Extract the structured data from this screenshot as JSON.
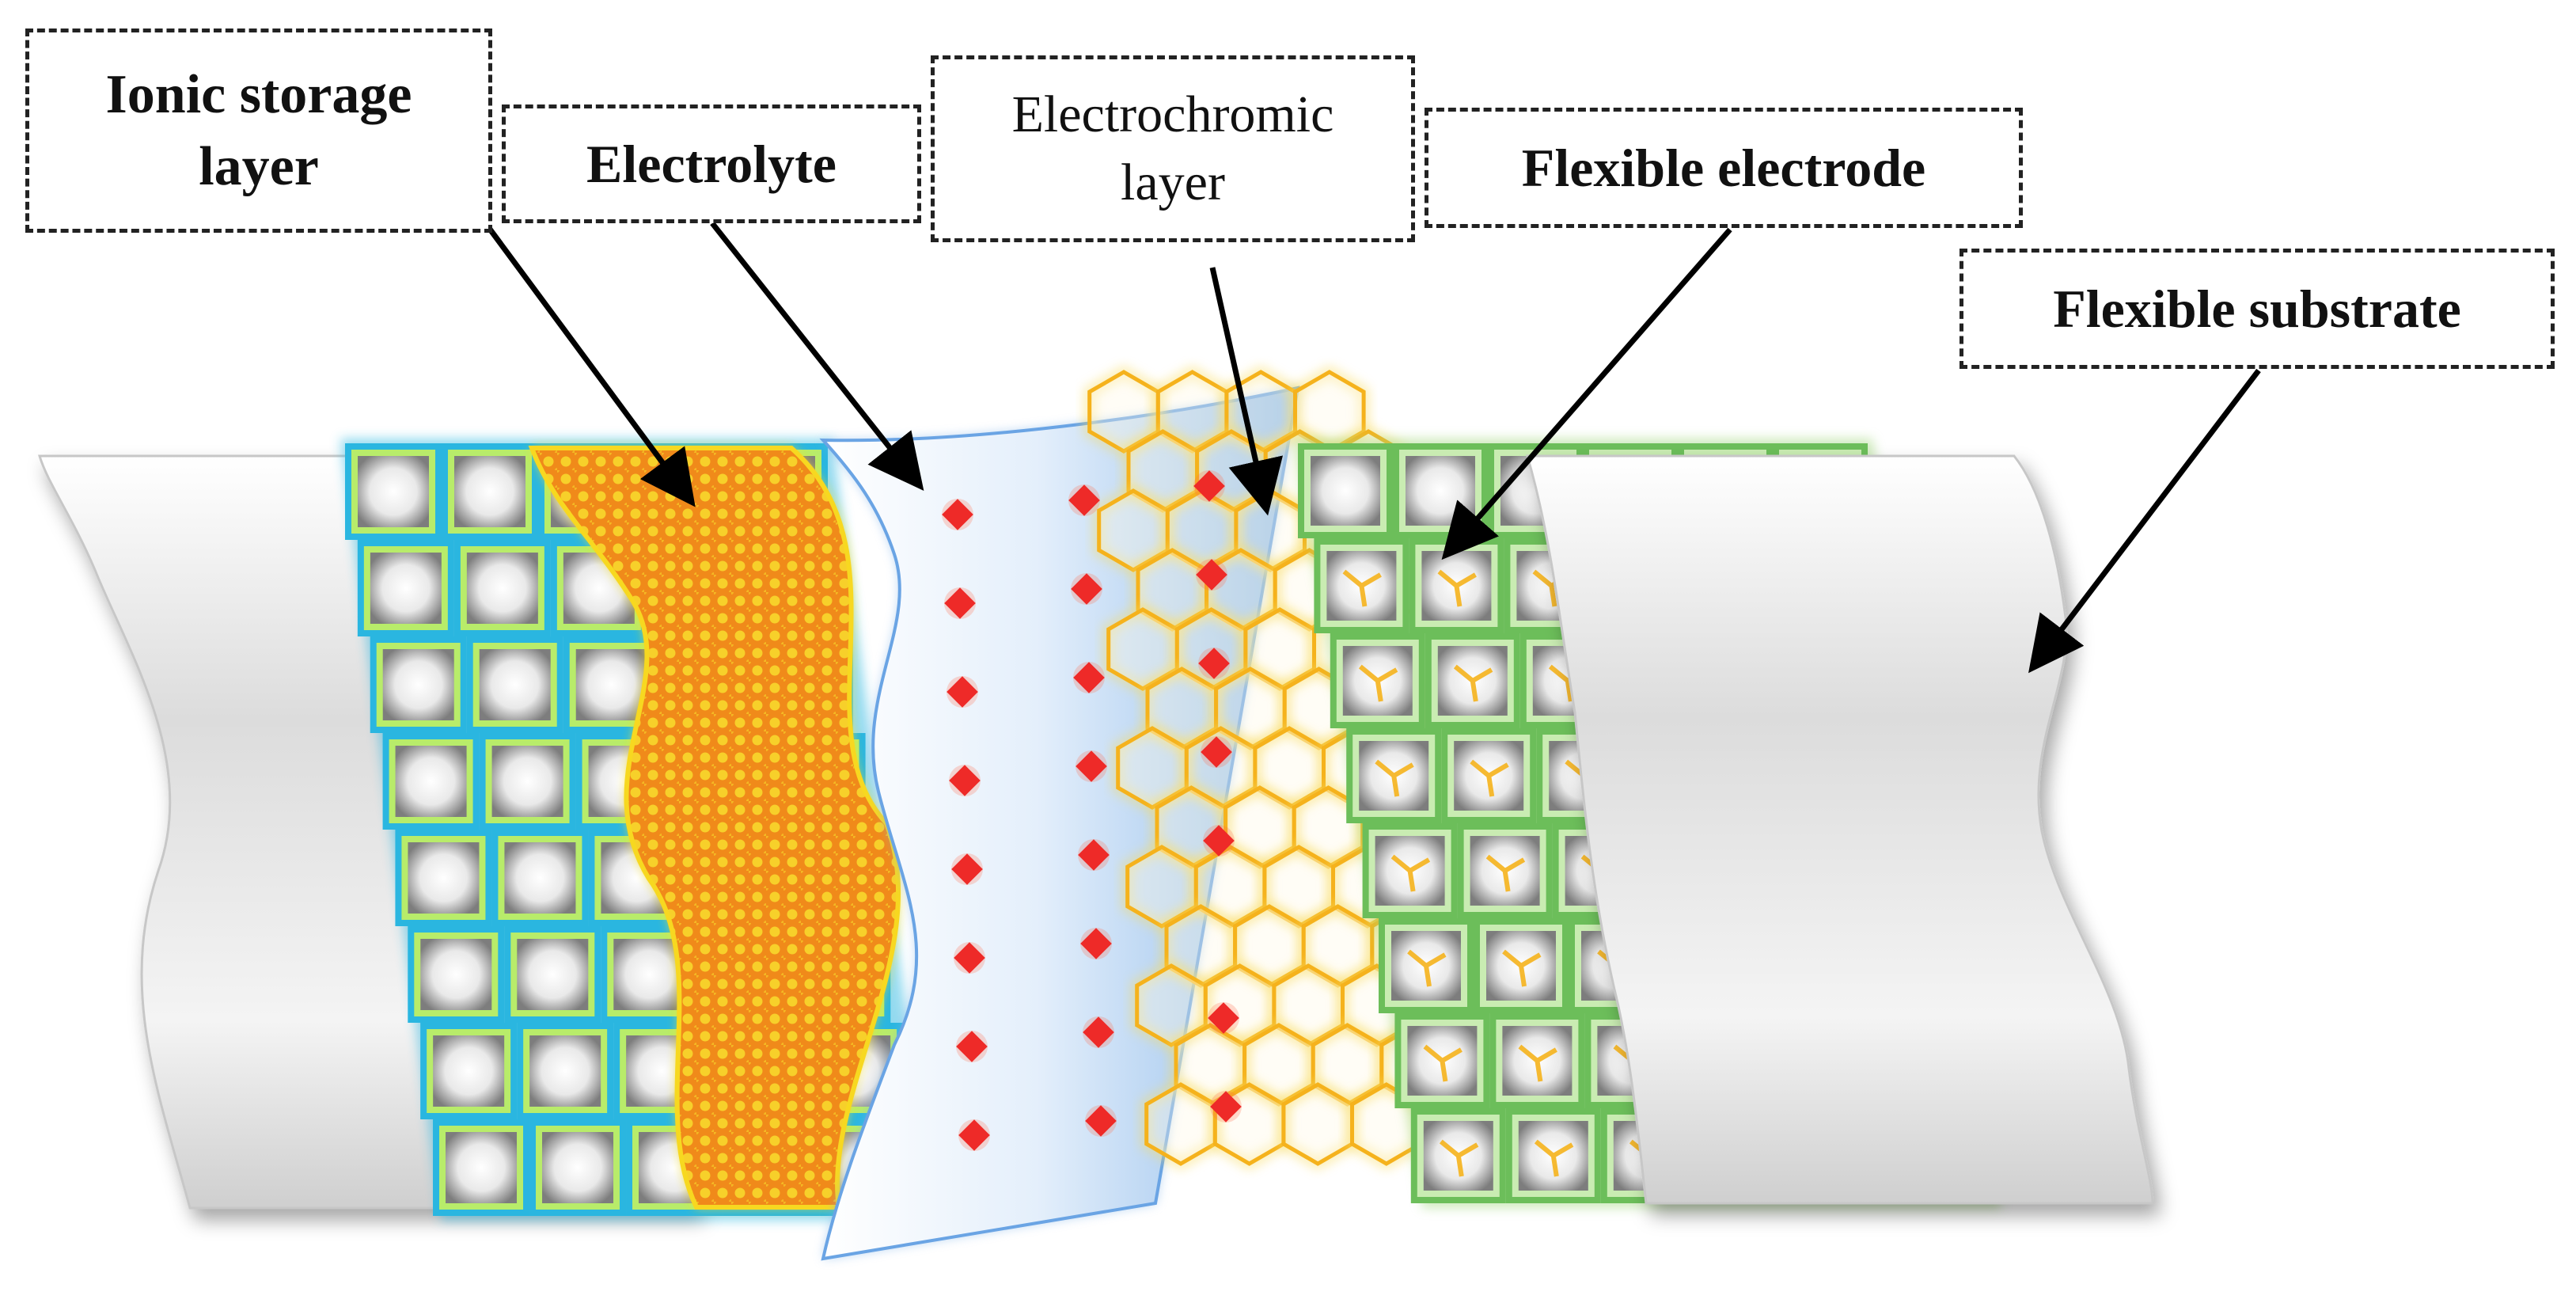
{
  "labels": {
    "ionic_storage": "Ionic storage\nlayer",
    "electrolyte": "Electrolyte",
    "electrochromic": "Electrochromic\nlayer",
    "flexible_electrode": "Flexible electrode",
    "flexible_substrate": "Flexible substrate"
  },
  "colors": {
    "substrate": "#e6e6e6",
    "ionic_grid": "#2ab6e0",
    "ionic_grid_inner": "#b8ec6a",
    "ionic_fill": "#f08a1a",
    "ionic_dot": "#f5d420",
    "electrolyte_left": "#ffffff",
    "electrolyte_right": "#9cc4ee",
    "ion": "#e8141c",
    "electrochromic_hex": "#f5b21c",
    "electrode_grid": "#6cbe5a",
    "arrow": "#000000"
  }
}
